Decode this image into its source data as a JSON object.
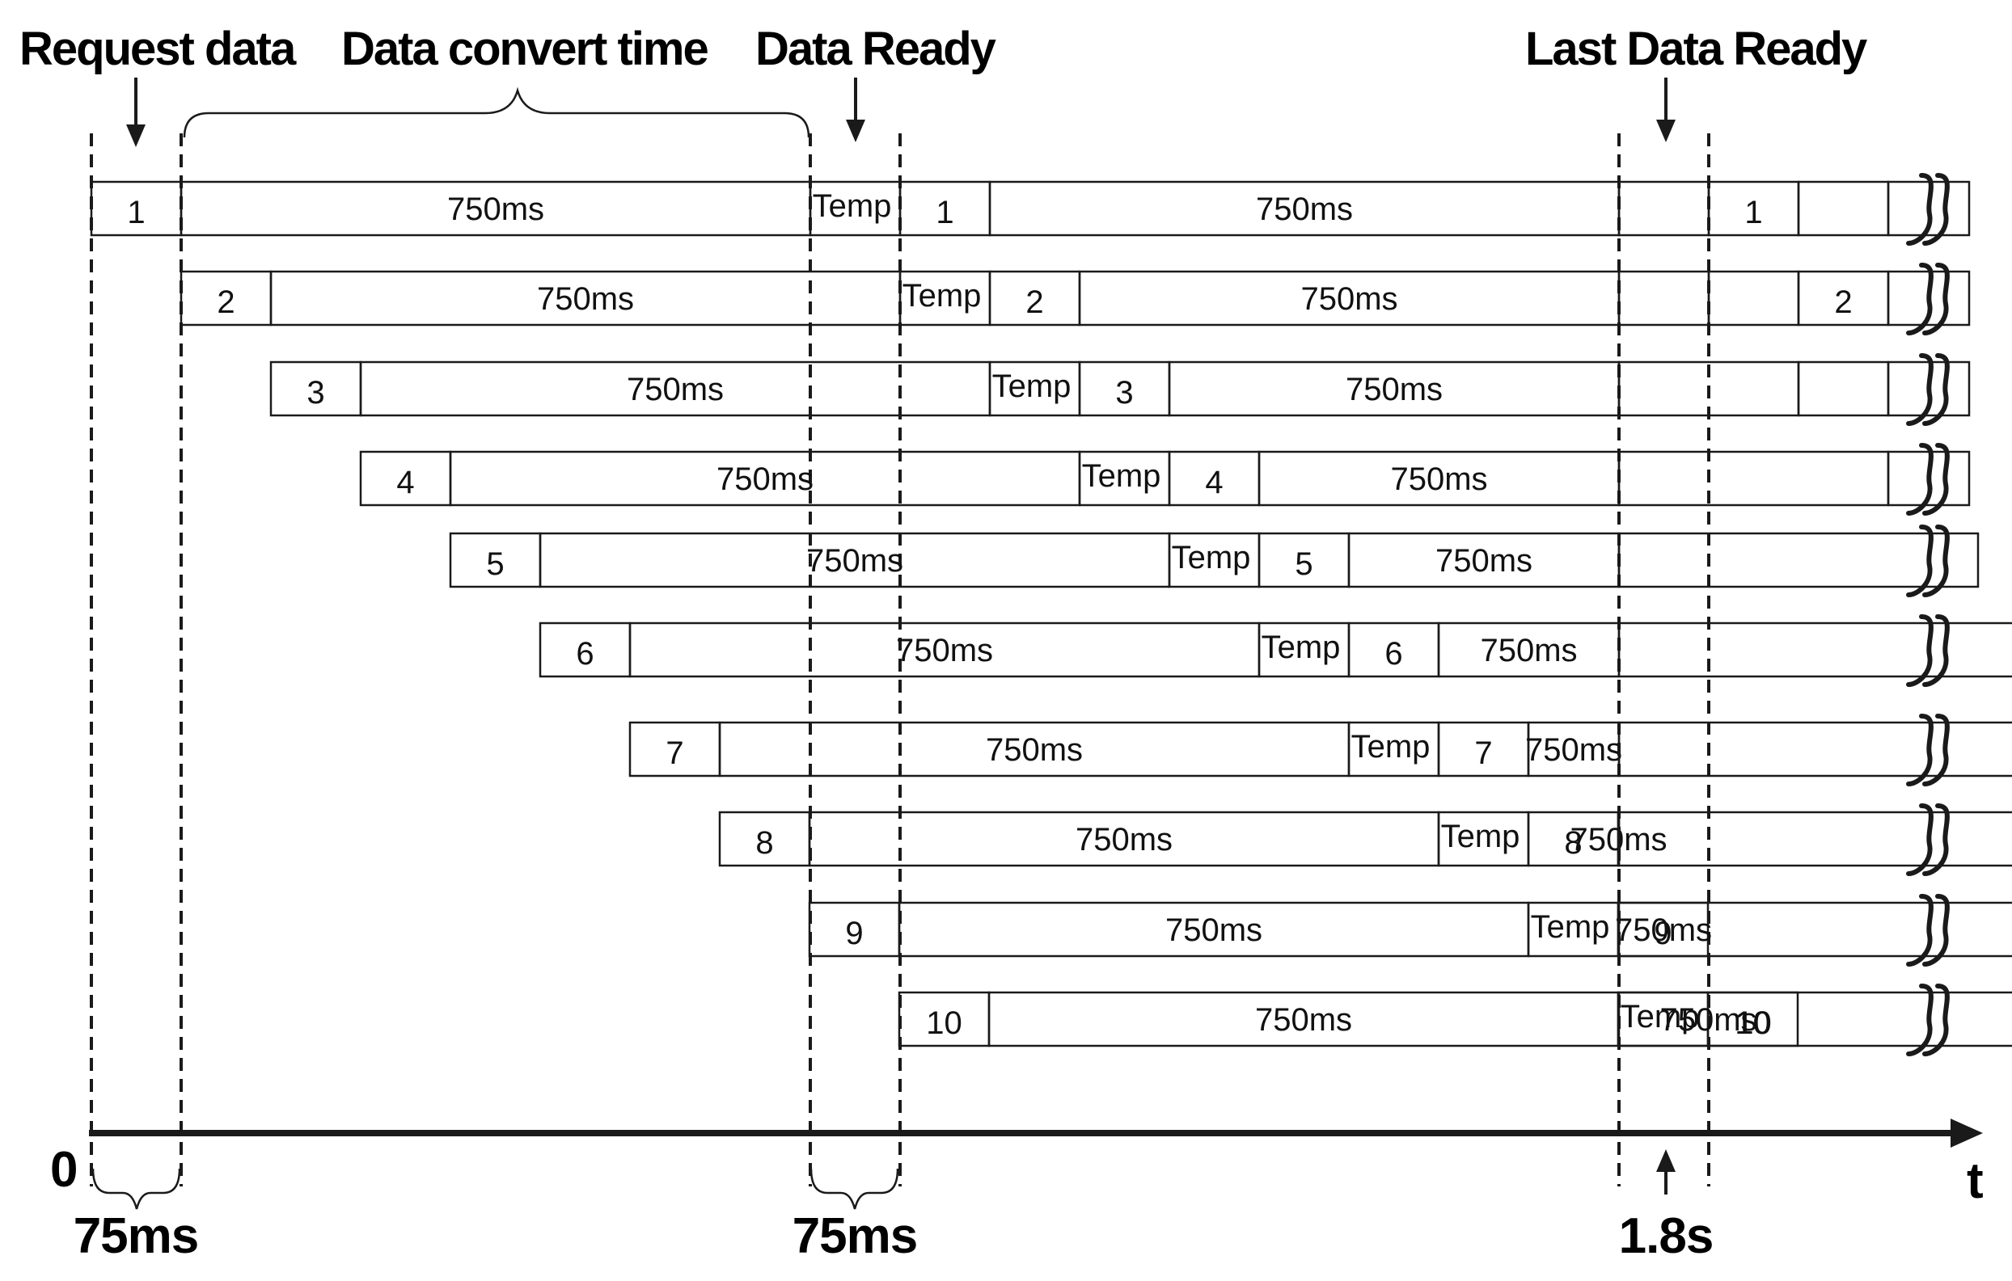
{
  "headers": {
    "request_data": "Request data",
    "data_convert_time": "Data convert time",
    "data_ready": "Data Ready",
    "last_data_ready": "Last Data Ready"
  },
  "cell_labels": {
    "duration": "750ms",
    "temp": "Temp"
  },
  "sensors": [
    {
      "id": "1",
      "cycle2_tail_label": "1"
    },
    {
      "id": "2",
      "cycle2_tail_label": "2"
    },
    {
      "id": "3",
      "cycle2_tail_label": ""
    },
    {
      "id": "4",
      "cycle2_tail_label": ""
    },
    {
      "id": "5",
      "cycle2_tail_label": ""
    },
    {
      "id": "6",
      "cycle2_tail_label": ""
    },
    {
      "id": "7",
      "cycle2_tail_label": ""
    },
    {
      "id": "8",
      "cycle2_tail_label": ""
    },
    {
      "id": "9",
      "cycle2_tail_label": ""
    },
    {
      "id": "10",
      "cycle2_tail_label": "10"
    }
  ],
  "axis": {
    "origin": "0",
    "t_label": "t",
    "start_interval": "75ms",
    "ready_interval": "75ms",
    "last_ready_time": "1.8s"
  },
  "colors": {
    "line": "#1a1a1a",
    "text": "#111111",
    "background": "#ffffff"
  }
}
